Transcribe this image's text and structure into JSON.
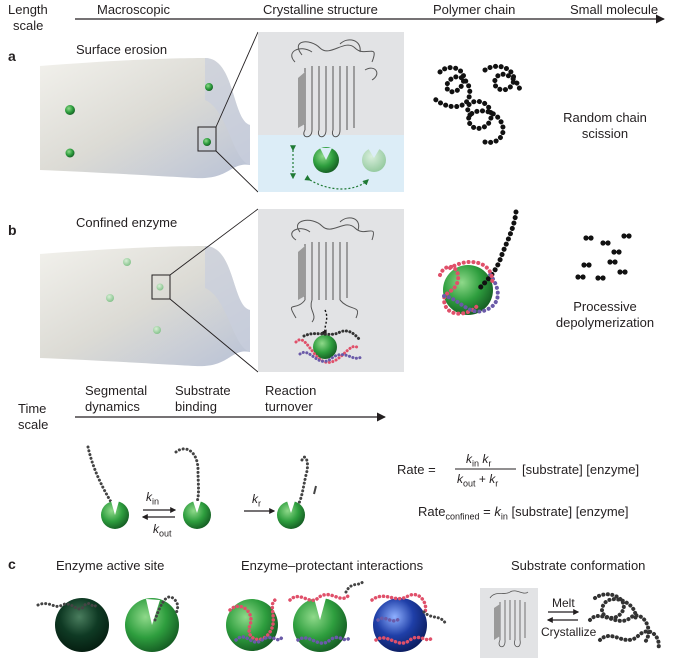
{
  "length_scale": {
    "label_line1": "Length",
    "label_line2": "scale",
    "columns": [
      "Macroscopic",
      "Crystalline structure",
      "Polymer chain",
      "Small molecule"
    ]
  },
  "panel_a": {
    "letter": "a",
    "title": "Surface erosion",
    "caption_line1": "Random chain",
    "caption_line2": "scission"
  },
  "panel_b": {
    "letter": "b",
    "title": "Confined enzyme",
    "caption_line1": "Processive",
    "caption_line2": "depolymerization"
  },
  "time_scale": {
    "label_line1": "Time",
    "label_line2": "scale",
    "stages": [
      {
        "line1": "Segmental",
        "line2": "dynamics"
      },
      {
        "line1": "Substrate",
        "line2": "binding"
      },
      {
        "line1": "Reaction",
        "line2": "turnover"
      }
    ],
    "k_in": "k",
    "k_in_sub": "in",
    "k_out": "k",
    "k_out_sub": "out",
    "k_r": "k",
    "k_r_sub": "r"
  },
  "equations": {
    "rate_label": "Rate =",
    "rate_tail": "[substrate] [enzyme]",
    "confined_label": "Rate",
    "confined_sub": "confined",
    "confined_eq": " = ",
    "confined_tail": " [substrate] [enzyme]"
  },
  "panel_c": {
    "letter": "c",
    "titles": [
      "Enzyme active site",
      "Enzyme–protectant interactions",
      "Substrate conformation"
    ],
    "melt": "Melt",
    "crystallize": "Crystallize"
  },
  "colors": {
    "enzyme_green": "#2e9e3e",
    "enzyme_dark": "#0f3a24",
    "enzyme_blue": "#1f3fa8",
    "protectant_red": "#e0506a",
    "protectant_purple": "#6a5aa8",
    "inset_gray": "#e2e3e5",
    "inset_blue": "#dcedf7"
  }
}
